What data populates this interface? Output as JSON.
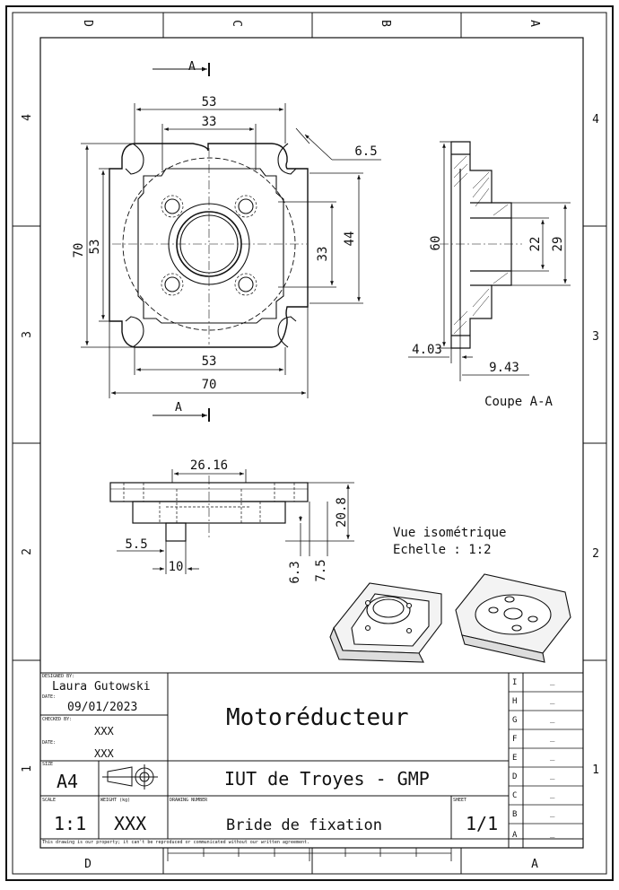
{
  "border": {
    "top_cols": [
      "D",
      "C",
      "B",
      "A"
    ],
    "bottom_cols": [
      "D",
      "A"
    ],
    "left_rows": [
      "4",
      "3",
      "2",
      "1"
    ],
    "right_rows": [
      "4",
      "3",
      "2",
      "1"
    ]
  },
  "drawing": {
    "section_letter": "A",
    "dims_top": [
      "53",
      "33",
      "6.5",
      "70",
      "53",
      "33",
      "44",
      "53",
      "70"
    ],
    "dims_section": [
      "60",
      "22",
      "29",
      "4.03",
      "9.43"
    ],
    "section_label": "Coupe A-A",
    "dims_front": [
      "26.16",
      "20.8",
      "5.5",
      "10",
      "6.3",
      "7.5"
    ],
    "iso_label": "Vue isométrique",
    "scale_label": "Echelle :  1:2"
  },
  "title_block": {
    "designed_by_label": "DESIGNED BY:",
    "designer": "Laura Gutowski",
    "date_label": "DATE:",
    "date": "09/01/2023",
    "checked_by_label": "CHECKED BY:",
    "checked_by": "XXX",
    "date2_label": "DATE:",
    "date2": "XXX",
    "size_label": "SIZE",
    "size": "A4",
    "scale_label": "SCALE",
    "scale": "1:1",
    "weight_label": "WEIGHT (kg)",
    "weight": "XXX",
    "drawing_number_label": "DRAWING NUMBER",
    "title": "Motoréducteur",
    "institution": "IUT de Troyes - GMP",
    "part_name": "Bride de fixation",
    "sheet_label": "SHEET",
    "sheet": "1/1",
    "footer": "This drawing is our property; it can't be reproduced or communicated without our written agreement.",
    "revisions": [
      {
        "letter": "I",
        "value": "_"
      },
      {
        "letter": "H",
        "value": "_"
      },
      {
        "letter": "G",
        "value": "_"
      },
      {
        "letter": "F",
        "value": "_"
      },
      {
        "letter": "E",
        "value": "_"
      },
      {
        "letter": "D",
        "value": "_"
      },
      {
        "letter": "C",
        "value": "_"
      },
      {
        "letter": "B",
        "value": "_"
      },
      {
        "letter": "A",
        "value": "_"
      }
    ]
  }
}
